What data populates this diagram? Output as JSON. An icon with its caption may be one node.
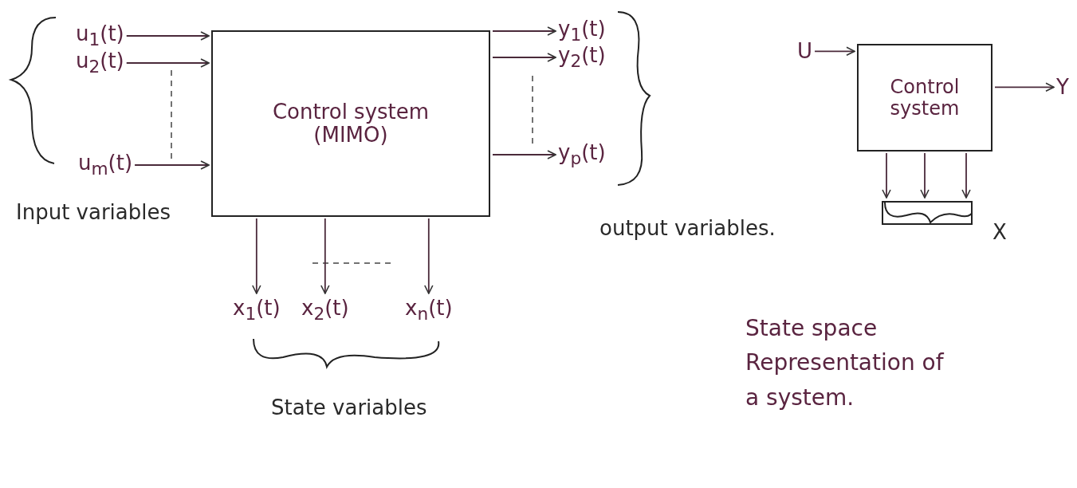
{
  "diagram": {
    "nodes": [
      {
        "text": [
          "Control system (MIMO)"
        ]
      },
      {
        "text": [
          "u$_{1}$(t)"
        ]
      },
      {
        "text": [
          "u$_{2}$(t)"
        ]
      },
      {
        "text": [
          "u$_{m}$(t)"
        ]
      },
      {
        "text": [
          "y$_{1}$(t)"
        ]
      },
      {
        "text": [
          "y$_{2}$(t)"
        ]
      },
      {
        "text": [
          "y$_{p}$(t)"
        ]
      },
      {
        "text": [
          "x$_{1}$(t)"
        ]
      },
      {
        "text": [
          "x$_{2}$(t)"
        ]
      },
      {
        "text": [
          "x$_{n}$(t)"
        ]
      },
      {
        "text": [
          "Control system"
        ]
      },
      {
        "text": [
          "U"
        ]
      },
      {
        "text": [
          "Y"
        ]
      },
      {
        "text": [],
        "shape": "brace"
      }
    ],
    "edges": [
      {
        "from": 1,
        "to": 0,
        "arrow": "to"
      },
      {
        "from": 2,
        "to": 0,
        "arrow": "to"
      },
      {
        "from": 3,
        "to": 0,
        "arrow": "to"
      },
      {
        "from": 0,
        "to": 4,
        "arrow": "to"
      },
      {
        "from": 0,
        "to": 5,
        "arrow": "to"
      },
      {
        "from": 0,
        "to": 6,
        "arrow": "to"
      },
      {
        "from": 0,
        "to": 7,
        "arrow": "to"
      },
      {
        "from": 0,
        "to": 8,
        "arrow": "to"
      },
      {
        "from": 0,
        "to": 9,
        "arrow": "to"
      },
      {
        "from": 11,
        "to": 10,
        "arrow": "to"
      },
      {
        "from": 10,
        "to": 12,
        "arrow": "to"
      },
      {
        "from": 10,
        "to": 13,
        "arrow": "to"
      },
      {
        "from": 10,
        "to": 13,
        "arrow": "to"
      },
      {
        "from": 10,
        "to": 13,
        "arrow": "to"
      }
    ],
    "labels": [
      "Input variables",
      "output variables.",
      "X",
      "State variables",
      "State space Representation of a system."
    ]
  }
}
